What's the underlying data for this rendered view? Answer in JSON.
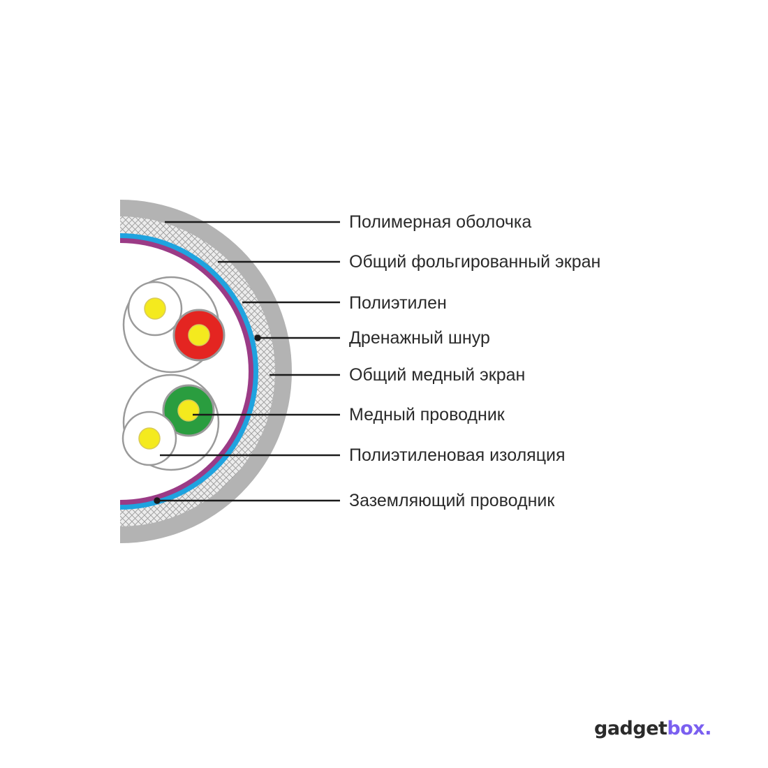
{
  "callouts": [
    {
      "id": "polymer-sheath",
      "label": "Полимерная оболочка"
    },
    {
      "id": "foil-screen",
      "label": "Общий фольгированный экран"
    },
    {
      "id": "polyethylene",
      "label": "Полиэтилен"
    },
    {
      "id": "drain-wire",
      "label": "Дренажный шнур"
    },
    {
      "id": "copper-screen",
      "label": "Общий медный экран"
    },
    {
      "id": "copper-conductor",
      "label": "Медный проводник"
    },
    {
      "id": "pe-insulation",
      "label": "Полиэтиленовая изоляция"
    },
    {
      "id": "ground-conductor",
      "label": "Заземляющий проводник"
    }
  ],
  "layers": {
    "outer_sheath_color": "#b3b3b3",
    "braid_color": "#ececec",
    "blue_foil_color": "#1fa3df",
    "purple_foil_color": "#9b3b86",
    "core_fill_color": "#ffffff",
    "conductor_color": "#f4ea1e",
    "red_insulation_color": "#e42521",
    "green_insulation_color": "#2a9d3f"
  },
  "brand": {
    "part1": "gadget",
    "part2": "box.",
    "part1_color": "#2b2b2b",
    "part2_color": "#7a5ff0"
  }
}
